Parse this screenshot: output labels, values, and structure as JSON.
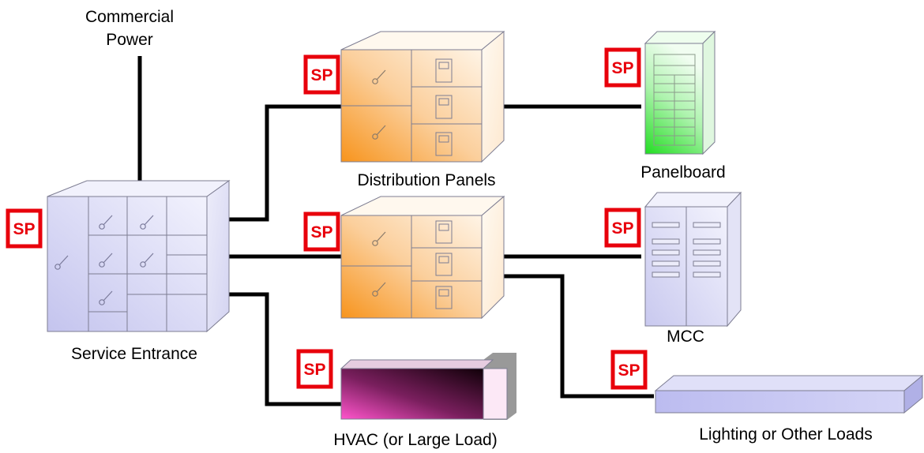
{
  "labels": {
    "commercial_power_line1": "Commercial",
    "commercial_power_line2": "Power",
    "service_entrance": "Service Entrance",
    "distribution_panels": "Distribution Panels",
    "panelboard": "Panelboard",
    "mcc": "MCC",
    "hvac": "HVAC (or Large Load)",
    "lighting": "Lighting or Other Loads"
  },
  "badge_text": "SP",
  "colors": {
    "badge": "#e8000b",
    "wire": "#000000",
    "service_entrance": "#dcdcf5",
    "distribution_panel": "#f7941d",
    "panelboard": "#33dd33",
    "mcc": "#d8d8f2",
    "hvac": "#ff55cc",
    "lighting": "#c4c4f2"
  }
}
